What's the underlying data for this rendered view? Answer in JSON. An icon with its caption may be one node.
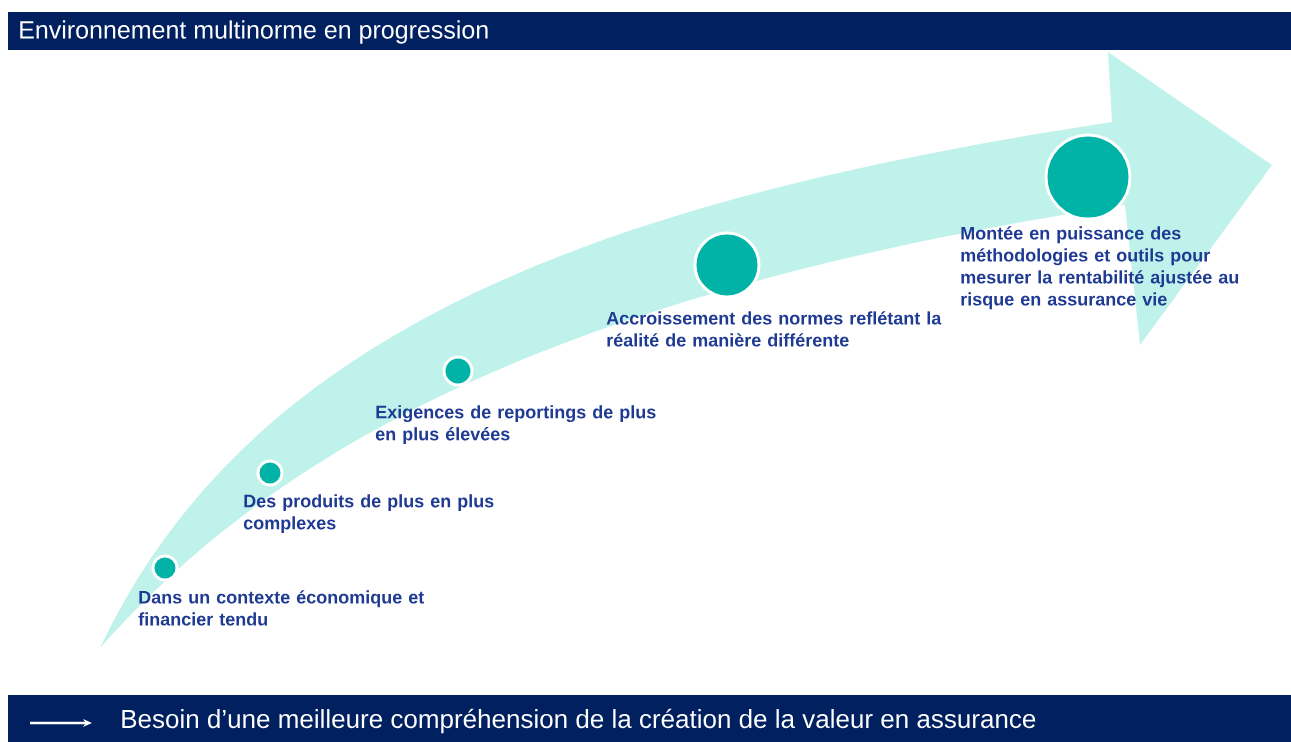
{
  "diagram": {
    "title": "Environnement multinorme en progression",
    "caption": "Besoin d’une meilleure compréhension de la création de la valeur en assurance",
    "nodes": [
      {
        "text": [
          "Dans un contexte économique et financier tendu"
        ]
      },
      {
        "text": [
          "Des produits de plus en plus complexes"
        ]
      },
      {
        "text": [
          "Exigences de reportings de plus en plus élevées"
        ]
      },
      {
        "text": [
          "Accroissement des normes reflétant la réalité de manière différente"
        ]
      },
      {
        "text": [
          "Montée en puissance des méthodologies et outils pour mesurer la rentabilité ajustée au risque en assurance vie"
        ]
      }
    ]
  }
}
